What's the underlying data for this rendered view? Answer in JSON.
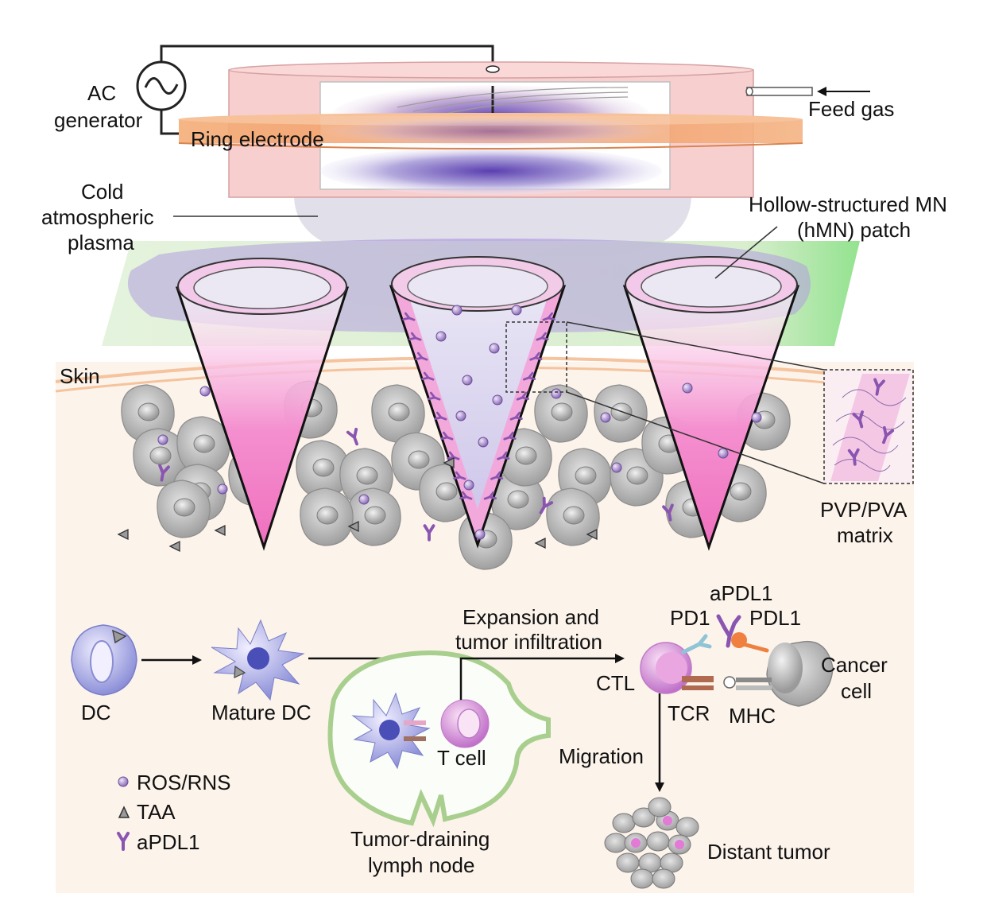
{
  "labels": {
    "ac_generator_1": "AC",
    "ac_generator_2": "generator",
    "ring_electrode": "Ring electrode",
    "feed_gas": "Feed gas",
    "cold_plasma_1": "Cold",
    "cold_plasma_2": "atmospheric",
    "cold_plasma_3": "plasma",
    "hmn_1": "Hollow-structured MN",
    "hmn_2": "(hMN) patch",
    "skin": "Skin",
    "matrix_1": "PVP/PVA",
    "matrix_2": "matrix",
    "dc": "DC",
    "mature_dc": "Mature DC",
    "expansion_1": "Expansion and",
    "expansion_2": "tumor infiltration",
    "t_cell": "T cell",
    "lymph_1": "Tumor-draining",
    "lymph_2": "lymph node",
    "apdl1_top": "aPDL1",
    "pd1": "PD1",
    "pdl1": "PDL1",
    "ctl": "CTL",
    "cancer_1": "Cancer",
    "cancer_2": "cell",
    "tcr": "TCR",
    "mhc": "MHC",
    "migration": "Migration",
    "distant_tumor": "Distant tumor"
  },
  "legend": [
    {
      "icon": "ros-sphere-icon",
      "label": "ROS/RNS"
    },
    {
      "icon": "taa-triangle-icon",
      "label": "TAA"
    },
    {
      "icon": "antibody-icon",
      "label": "aPDL1"
    }
  ],
  "colors": {
    "housing": "#f8cccc",
    "ring": "#f2a56b",
    "plasma": "#6a5acd",
    "patch": "#cfe8c2",
    "needle": "#f07cc0",
    "tissue": "#fbf2ea",
    "cell": "#b8b8b8",
    "ros": "#a68ec9",
    "antibody": "#7b4fa0",
    "lymph": "#a8cf8e"
  }
}
